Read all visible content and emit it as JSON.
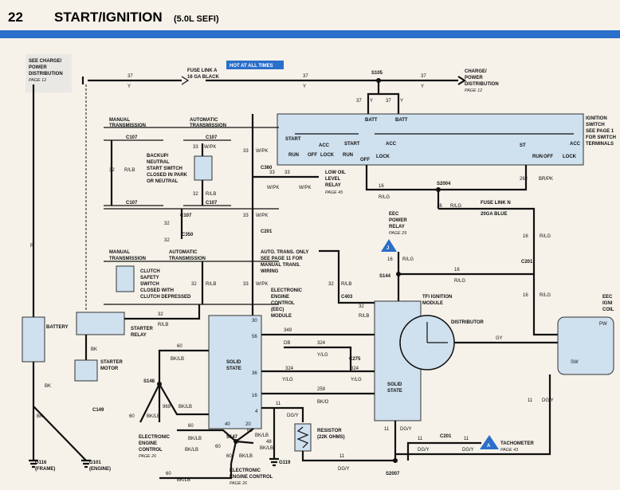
{
  "header": {
    "page_number": "22",
    "title": "START/IGNITION",
    "subtitle": "(5.0L SEFI)",
    "rule_color": "#2a6fc9"
  },
  "colors": {
    "panel": "#cfe0ee",
    "hot_badge": "#2a6fc9",
    "connector": "#2a6fc9"
  },
  "refs": {
    "see_charge": "SEE CHARGE/",
    "see_power": "POWER",
    "see_distribution": "DISTRIBUTION",
    "see_page": "PAGE 12",
    "fuse_link_a": "FUSE LINK A",
    "fuse_link_a_gauge": "16 GA BLACK",
    "hot_at_all_times": "HOT AT ALL TIMES",
    "s105": "S105",
    "charge_power_dist_1": "CHARGE/",
    "charge_power_dist_2": "POWER",
    "charge_power_dist_3": "DISTRIBUTION",
    "charge_power_dist_page": "PAGE 12",
    "ignition_switch_1": "IGNITION",
    "ignition_switch_2": "SWITCH",
    "ignition_switch_3": "SEE PAGE 1",
    "ignition_switch_4": "FOR SWITCH",
    "ignition_switch_5": "TERMINALS",
    "manual_transmission": "MANUAL",
    "manual_transmission_2": "TRANSMISSION",
    "automatic_transmission": "AUTOMATIC",
    "automatic_transmission_2": "TRANSMISSION",
    "c107": "C107",
    "backup_switch_1": "BACKUP/",
    "backup_switch_2": "NEUTRAL",
    "backup_switch_3": "START SWITCH",
    "backup_switch_4": "CLOSED IN PARK",
    "backup_switch_5": "OR NEUTRAL",
    "c360": "C360",
    "low_oil_1": "LOW OIL",
    "low_oil_2": "LEVEL",
    "low_oil_3": "RELAY",
    "low_oil_page": "PAGE 45",
    "s2004": "S2004",
    "c350": "C350",
    "fuse_link_n": "FUSE LINK N",
    "fuse_link_n_gauge": "20GA BLUE",
    "eec_power_1": "EEC",
    "eec_power_2": "POWER",
    "eec_power_3": "RELAY",
    "eec_power_page": "PAGE 29",
    "c201": "C201",
    "clutch_1": "CLUTCH",
    "clutch_2": "SAFETY",
    "clutch_3": "SWITCH",
    "clutch_4": "CLOSED WITH",
    "clutch_5": "CLUTCH DEPRESSED",
    "auto_trans_1": "AUTO. TRANS. ONLY",
    "auto_trans_2": "SEE PAGE 11 FOR",
    "auto_trans_3": "MANUAL TRANS.",
    "auto_trans_4": "WIRING",
    "s144": "S144",
    "eec_module_1": "ELECTRONIC",
    "eec_module_2": "ENGINE",
    "eec_module_3": "CONTROL",
    "eec_module_4": "(EEC)",
    "eec_module_5": "MODULE",
    "c403": "C403",
    "tfi_1": "TFI IGNITION",
    "tfi_2": "MODULE",
    "battery": "BATTERY",
    "starter_relay_1": "STARTER",
    "starter_relay_2": "RELAY",
    "distributor": "DISTRIBUTOR",
    "eec_ign_1": "EEC",
    "eec_ign_2": "IGNI",
    "eec_ign_3": "COIL",
    "starter_motor_1": "STARTER",
    "starter_motor_2": "MOTOR",
    "solid_state": "SOLID",
    "solid_state_2": "STATE",
    "c275": "C275",
    "s148": "S148",
    "c149": "C149",
    "resistor_1": "RESISTOR",
    "resistor_2": "(22K OHMS)",
    "eec_bottom_1": "ELECTRONIC",
    "eec_bottom_2": "ENGINE",
    "eec_bottom_3": "CONTROL",
    "eec_bottom_page": "PAGE 26",
    "s147": "S147",
    "c201b": "C201",
    "tachometer": "TACHOMETER",
    "tachometer_page": "PAGE 43",
    "g116": "G116",
    "g116_sub": "(FRAME)",
    "g101": "G101",
    "g101_sub": "(ENGINE)",
    "g119": "G119",
    "s2007": "S2007",
    "eec_bottom2_1": "ELECTRONIC",
    "eec_bottom2_2": "ENGINE CONTROL",
    "eec_bottom2_page": "PAGE 26",
    "connector_j": "J",
    "connector_a": "A"
  },
  "switch": {
    "batt1": "BATT",
    "batt2": "BATT",
    "start": "START",
    "acc": "ACC",
    "run": "RUN",
    "off": "OFF",
    "lock": "LOCK",
    "st": "ST",
    "run2": "RUN",
    "acc2": "ACC",
    "start2": "START",
    "lock2": "LOCK",
    "off2": "OFF"
  },
  "wires": {
    "w37a": "37",
    "w37a_c": "Y",
    "w37b": "37",
    "w37b_c": "Y",
    "w37c": "37",
    "w37c_c": "Y",
    "w37d": "37",
    "w37e": "37",
    "wy1": "Y",
    "wy2": "Y",
    "w32a": "32",
    "w32a_c": "R/LB",
    "w33a": "33",
    "w33a_c": "W/PK",
    "w33b": "33",
    "w33b_c": "W/PK",
    "w33c": "33",
    "w33c_c": "W/PK",
    "w33d": "33",
    "w33d_c": "W/PK",
    "w33e": "33",
    "w33e_c": "W/PK",
    "w32b": "32",
    "w32b_c": "R/LB",
    "w32c": "32",
    "w32d": "32",
    "w32e": "32",
    "w16a": "16",
    "w16a_c": "R/LG",
    "w262": "262",
    "w262_c": "BR/PK",
    "w16b": "16",
    "w16b_c": "R/LG",
    "w16c": "16",
    "w16c_c": "R/LG",
    "w16d": "16",
    "w16d_c": "R/LG",
    "w16e": "16",
    "w16e_c": "R/LG",
    "w16f": "16",
    "w16f_c": "R/LG",
    "w32f": "32",
    "w32f_c": "R/LB",
    "w32g": "32",
    "w32g_c": "R/LB",
    "w32h": "32",
    "w32h_c": "R/LB",
    "w32i": "32",
    "w32i_c": "R/LB",
    "wr": "R",
    "w30": "30",
    "w349": "349",
    "w349_c": "DB",
    "w56": "56",
    "w324a": "324",
    "w324a_c": "Y/LG",
    "w324b": "324",
    "w324b_c": "Y/LG",
    "w324c": "324",
    "w324c_c": "Y/LG",
    "wgy": "GY",
    "w36": "36",
    "w16g": "16",
    "w259": "259",
    "w259_c": "BK/O",
    "w4": "4",
    "w11a": "11",
    "w11a_c": "DG/Y",
    "w11b": "11",
    "w11b_c": "DG/Y",
    "w11c": "11",
    "w11c_c": "DG/Y",
    "w11d": "11",
    "w11d_c": "DG/Y",
    "w11e": "11",
    "w11e_c": "DG/Y",
    "w11f": "11",
    "w11f_c": "DG/Y",
    "w60a": "60",
    "w60a_c": "BK/LB",
    "w60b": "60",
    "w60b_c": "BK/LB",
    "w60c": "60",
    "w60c_c": "BK/LB",
    "w60d": "60",
    "w60d_c": "BK/LB",
    "w60e": "60",
    "w60e_c": "BK/LB",
    "w60f": "60",
    "w60f_c": "BK/LB",
    "w60g": "60",
    "w969": "969",
    "w969_c": "BK/LB",
    "w48": "48",
    "w48_c": "BK/LB",
    "w40": "40",
    "w20": "20",
    "wbk1": "BK",
    "wbk2": "BK",
    "wbk3": "BK",
    "wpw": "PW",
    "wsw": "SW",
    "w60bot": "60",
    "w60bot_c": "BK/LB"
  }
}
